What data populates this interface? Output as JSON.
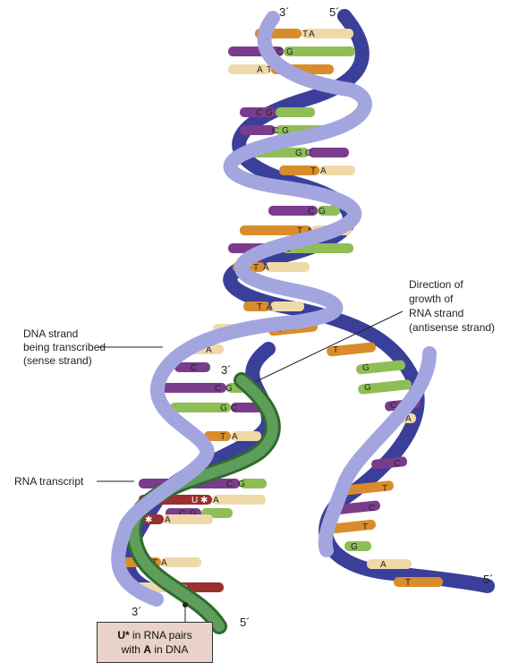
{
  "labels": {
    "dna_strand": [
      "DNA strand",
      "being transcribed",
      "(sense strand)"
    ],
    "rna_direction": [
      "Direction of",
      "growth of",
      "RNA strand",
      "(antisense strand)"
    ],
    "rna_transcript": "RNA transcript",
    "note_u_bold": "U*",
    "note_u_rest": " in RNA pairs",
    "note_a_pre": "with ",
    "note_a_bold": "A",
    "note_a_rest": " in DNA"
  },
  "end_labels": {
    "top_left": "3´",
    "top_right": "5´",
    "rna_3prime": "3´",
    "bottom_left": "3´",
    "bottom_rna_5prime": "5´",
    "right_5prime": "5´"
  },
  "base_pairs": [
    {
      "left": "T",
      "right": "A"
    },
    {
      "left": "C",
      "right": "G"
    },
    {
      "left": "A",
      "right": "T"
    },
    {
      "left": "C",
      "right": "G"
    },
    {
      "left": "C",
      "right": "G"
    },
    {
      "left": "G",
      "right": "C"
    },
    {
      "left": "T",
      "right": "A"
    },
    {
      "left": "C",
      "right": "G"
    },
    {
      "left": "T",
      "right": "A"
    },
    {
      "left": "C",
      "right": "G"
    },
    {
      "left": "T",
      "right": "A"
    },
    {
      "left": "T",
      "right": "A"
    }
  ],
  "colors": {
    "backbone_front": "#a3a6de",
    "backbone_back": "#3a3f9a",
    "rna_front": "#5e9e5a",
    "rna_back": "#2f6b30",
    "base_A": "#f0d9a8",
    "base_T": "#d98c2b",
    "base_C": "#7a3c8c",
    "base_G": "#8fbd56",
    "base_U": "#9a3030",
    "note_bg": "#e9d2c9"
  }
}
